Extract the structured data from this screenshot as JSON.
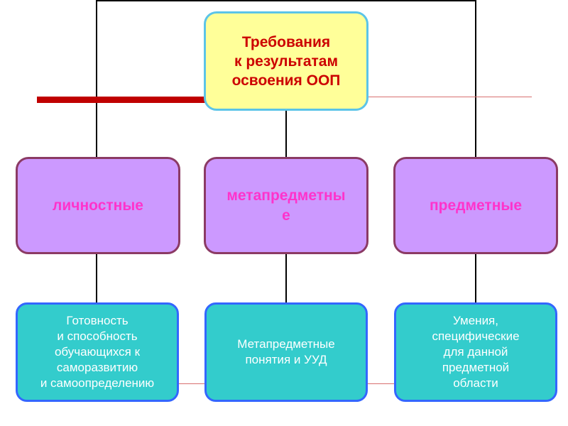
{
  "root": {
    "lines": [
      "Требования",
      "к результатам",
      "освоения  ООП"
    ]
  },
  "categories": [
    {
      "label": "личностные"
    },
    {
      "lines": [
        "метапредметны",
        "е"
      ]
    },
    {
      "label": "предметные"
    }
  ],
  "descriptions": [
    {
      "lines": [
        "Готовность",
        "и способность",
        "обучающихся к",
        "саморазвитию",
        "и самоопределению"
      ]
    },
    {
      "lines": [
        "Метапредметные",
        "понятия и УУД"
      ]
    },
    {
      "lines": [
        "Умения,",
        "специфические",
        "для данной",
        "предметной",
        "области"
      ]
    }
  ],
  "colors": {
    "root_fill": "#ffff99",
    "root_border": "#5cc4e8",
    "root_text": "#cc0000",
    "category_fill": "#cc99ff",
    "category_border": "#8b3a64",
    "category_text": "#ff33cc",
    "description_fill": "#33cccc",
    "description_border": "#3366ff",
    "description_text": "#ffffff",
    "accent_bar": "#c00000"
  }
}
